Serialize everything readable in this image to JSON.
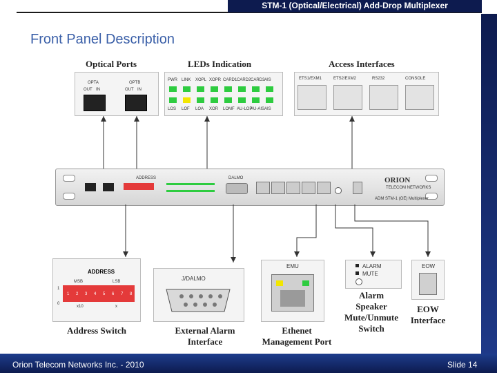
{
  "slide": {
    "title": "STM-1 (Optical/Electrical) Add-Drop Multiplexer",
    "subtitle": "Front Panel Description",
    "footer_left": "Orion Telecom Networks Inc. - 2010",
    "footer_right": "Slide 14"
  },
  "colors": {
    "title_bar": "#0d1b4f",
    "subtitle": "#3a5fa8",
    "led_green": "#2ecc40",
    "led_yellow": "#f2e600",
    "switch_red": "#e43a3a"
  },
  "headers": {
    "optical": "Optical Ports",
    "leds": "LEDs Indication",
    "access": "Access Interfaces"
  },
  "optical": {
    "opta": "OPTA",
    "optb": "OPTB",
    "out": "OUT",
    "in": "IN"
  },
  "leds": {
    "top": [
      "PWR",
      "LINK",
      "XOPL",
      "XOPR",
      "CARD1",
      "CARD2",
      "CARD3",
      "AIS"
    ],
    "bottom": [
      "LOS",
      "LOF",
      "LOA",
      "XOR",
      "LOMF",
      "AU-LOP",
      "AU-AIS",
      "AIS"
    ]
  },
  "access": {
    "ports": [
      "ETS1/EXM1",
      "ETS2/EXM2",
      "RS232",
      "CONSOLE"
    ]
  },
  "chassis": {
    "brand": "ORION",
    "brand_sub": "TELECOM NETWORKS",
    "model": "ADM STM-1 (OE) Multiplexer",
    "address": "ADDRESS",
    "dalmo": "DALMO"
  },
  "address_switch": {
    "title": "ADDRESS",
    "msb": "MSB",
    "lsb": "LSB",
    "one": "1",
    "zero": "0",
    "positions": [
      "1",
      "2",
      "3",
      "4",
      "5",
      "6",
      "7",
      "8"
    ],
    "x10": "x10",
    "x1": "x"
  },
  "dalmo": {
    "label": "J/DALMO"
  },
  "emu": {
    "label": "EMU"
  },
  "alarm": {
    "alarm": "ALARM",
    "mute": "MUTE"
  },
  "eow": {
    "label": "EOW"
  },
  "captions": {
    "address": "Address Switch",
    "external_alarm": "External Alarm\nInterface",
    "ethernet": "Ethenet\nManagement Port",
    "speaker": "Alarm\nSpeaker\nMute/Unmute\nSwitch",
    "eow": "EOW\nInterface"
  }
}
